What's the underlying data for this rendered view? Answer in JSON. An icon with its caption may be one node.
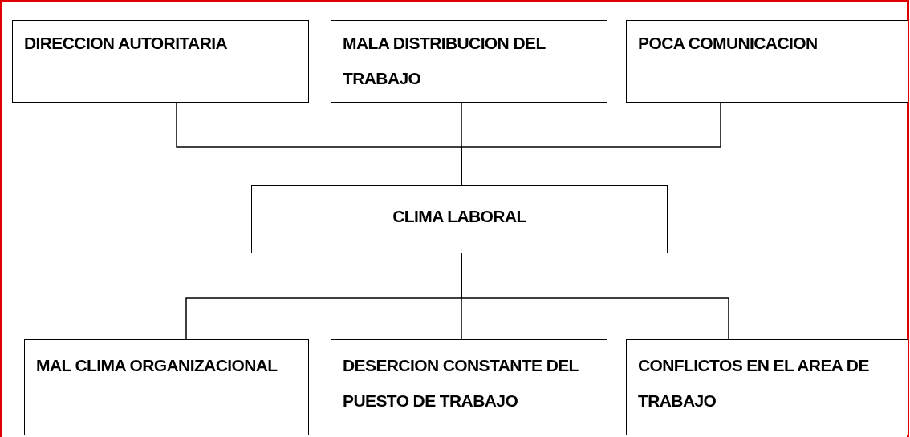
{
  "diagram": {
    "nodes": [
      {
        "text": [
          "DIRECCION AUTORITARIA"
        ]
      },
      {
        "text": [
          "MALA DISTRIBUCION DEL TRABAJO"
        ]
      },
      {
        "text": [
          "POCA COMUNICACION"
        ]
      },
      {
        "text": [
          "CLIMA LABORAL"
        ]
      },
      {
        "text": [
          "MAL CLIMA ORGANIZACIONAL"
        ]
      },
      {
        "text": [
          "DESERCION CONSTANTE DEL PUESTO DE TRABAJO"
        ]
      },
      {
        "text": [
          "CONFLICTOS EN EL AREA DE TRABAJO"
        ]
      }
    ],
    "edges": [
      {
        "from": 0,
        "to": 3,
        "arrow": "none"
      },
      {
        "from": 1,
        "to": 3,
        "arrow": "none"
      },
      {
        "from": 2,
        "to": 3,
        "arrow": "none"
      },
      {
        "from": 3,
        "to": 4,
        "arrow": "none"
      },
      {
        "from": 3,
        "to": 5,
        "arrow": "none"
      },
      {
        "from": 3,
        "to": 6,
        "arrow": "none"
      }
    ]
  }
}
